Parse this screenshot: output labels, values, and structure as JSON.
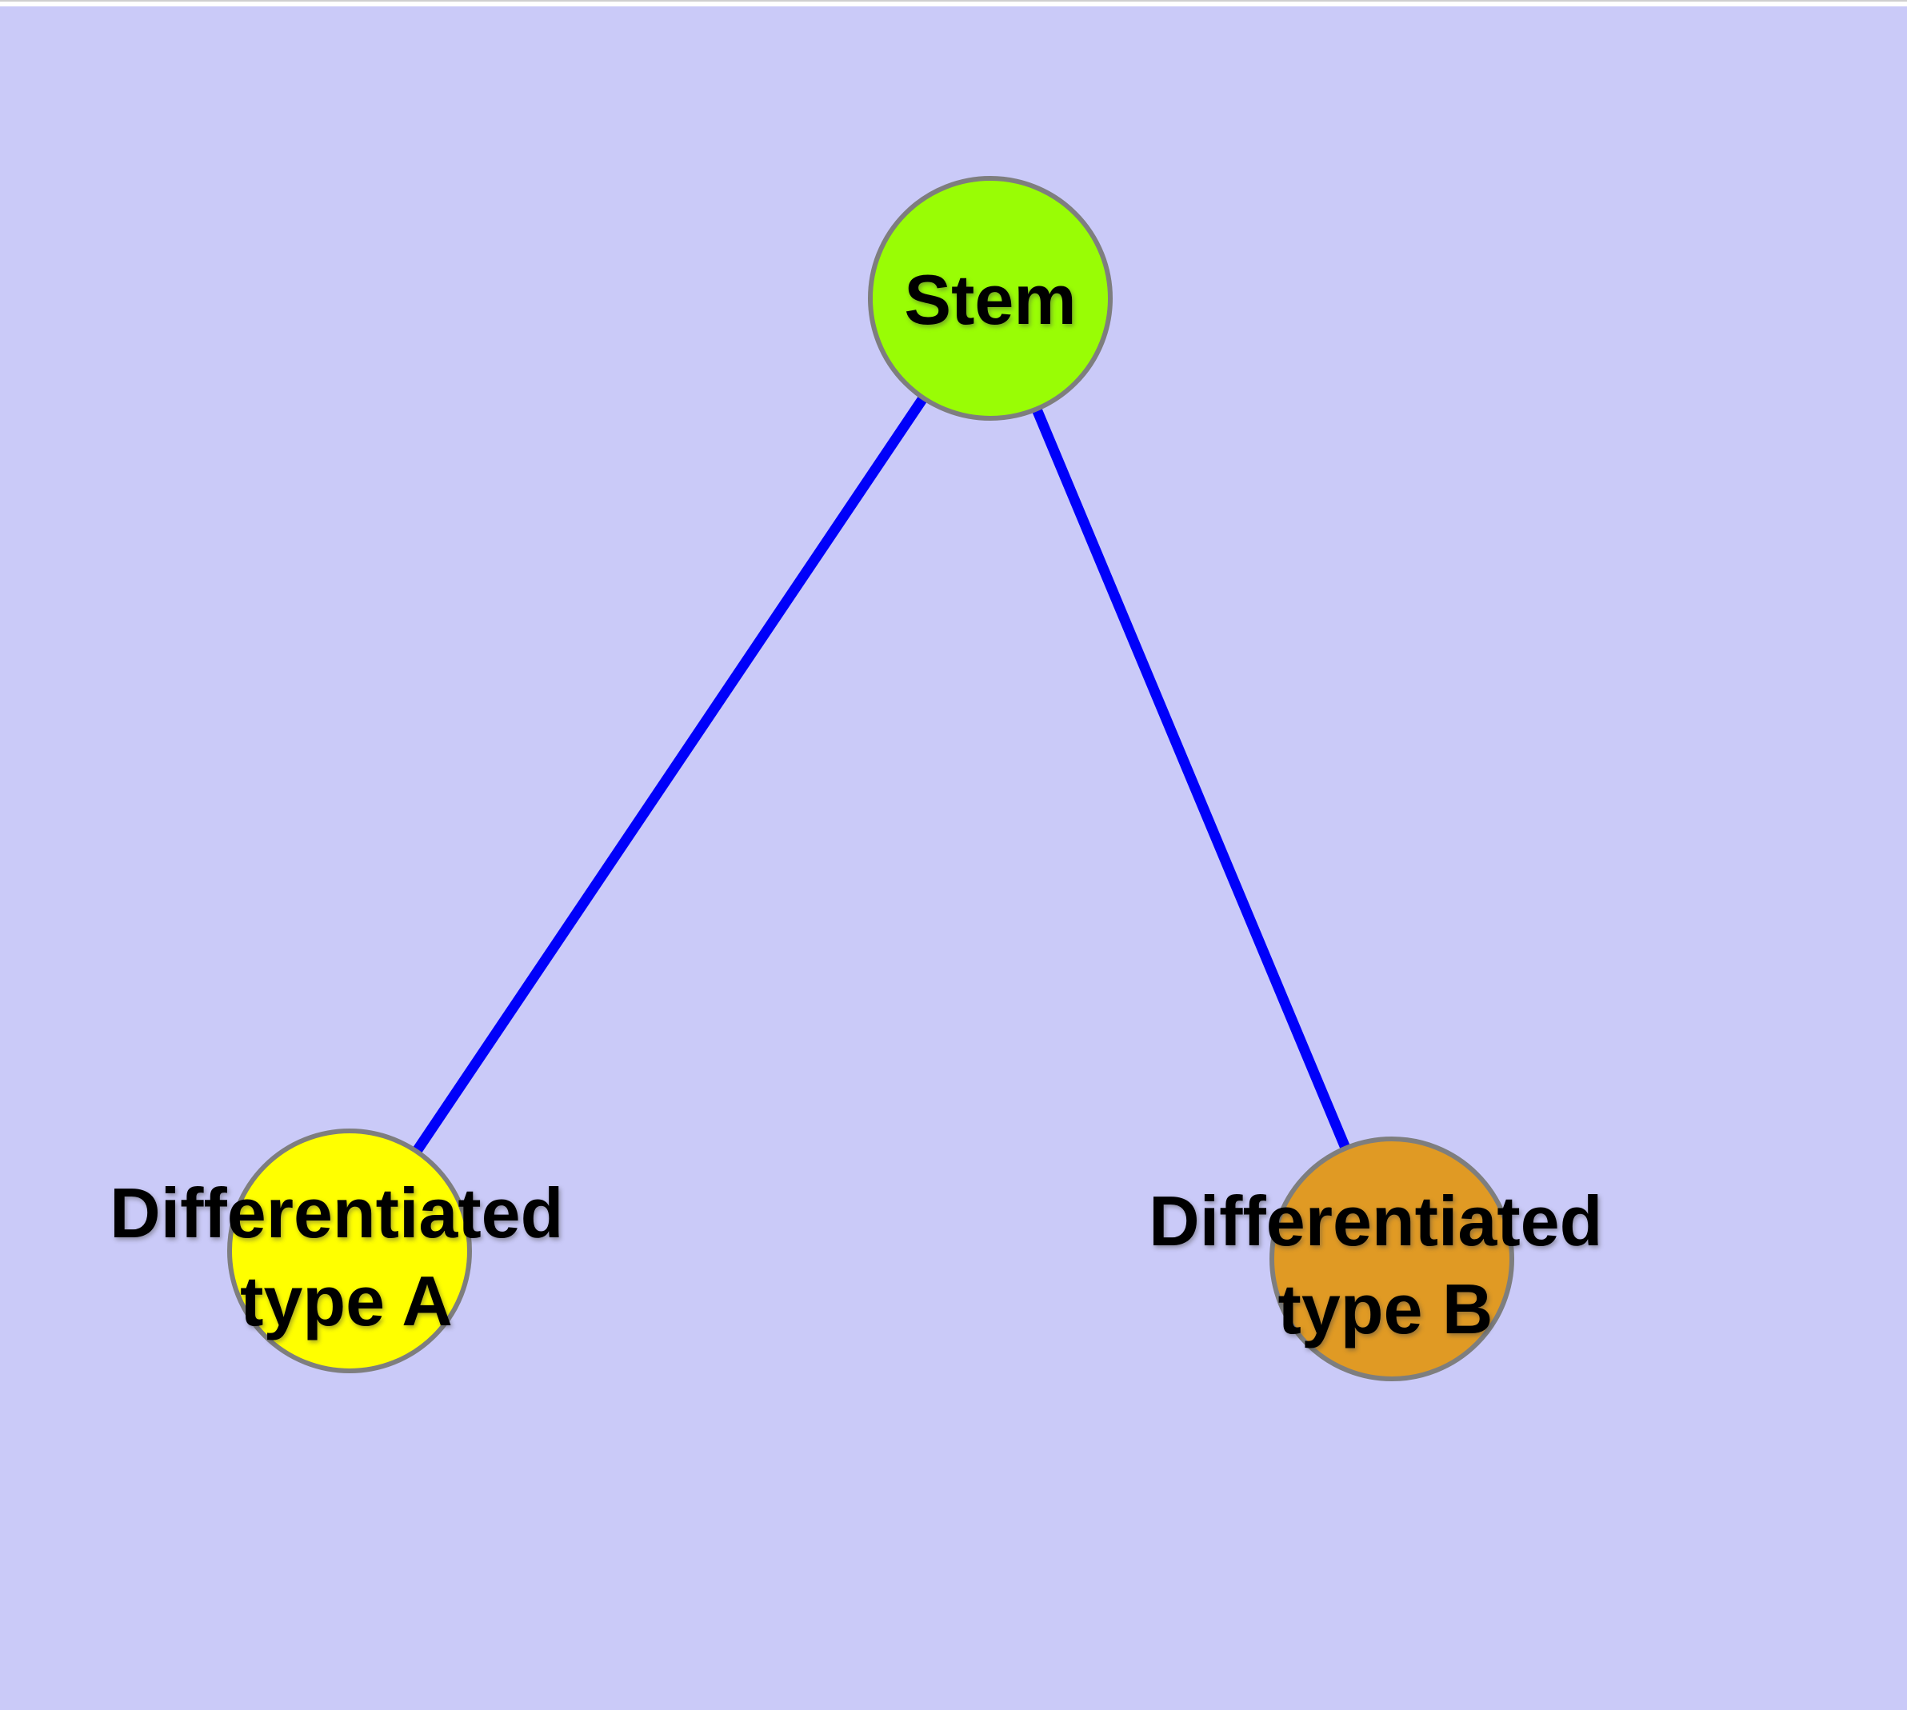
{
  "diagram": {
    "background_color": "#CACAF8",
    "top_strip_color": "#FFFFFF",
    "top_hairline_color": "#CFCFCF",
    "edge_color": "#0000FA",
    "node_border_color": "#7E7E7E",
    "text_color": "#000000",
    "nodes": [
      {
        "id": "stem",
        "label_lines": [
          "Stem"
        ],
        "fill": "#99FD05"
      },
      {
        "id": "differentiated-type-a",
        "label_lines": [
          "Differentiated",
          "type A"
        ],
        "fill": "#FFFF00"
      },
      {
        "id": "differentiated-type-b",
        "label_lines": [
          "Differentiated",
          "type B"
        ],
        "fill": "#E09A24"
      }
    ],
    "edges": [
      {
        "from": "stem",
        "to": "differentiated-type-a"
      },
      {
        "from": "stem",
        "to": "differentiated-type-b"
      }
    ]
  }
}
